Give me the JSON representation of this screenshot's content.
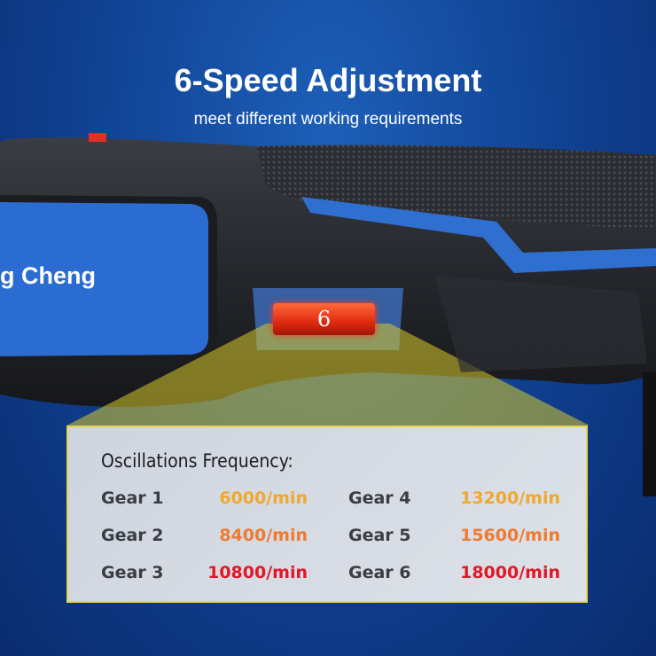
{
  "header": {
    "title": "6-Speed Adjustment",
    "subtitle": "meet different working requirements"
  },
  "product": {
    "brand_text": "g Cheng",
    "dial_value": "6"
  },
  "frequency": {
    "title": "Oscillations Frequency:",
    "gears": [
      {
        "label": "Gear 1",
        "value": "6000/min",
        "color": "#f0a830"
      },
      {
        "label": "Gear 2",
        "value": "8400/min",
        "color": "#f07a30"
      },
      {
        "label": "Gear 3",
        "value": "10800/min",
        "color": "#e01828"
      },
      {
        "label": "Gear 4",
        "value": "13200/min",
        "color": "#f0a830"
      },
      {
        "label": "Gear 5",
        "value": "15600/min",
        "color": "#f07a30"
      },
      {
        "label": "Gear 6",
        "value": "18000/min",
        "color": "#e01828"
      }
    ]
  }
}
